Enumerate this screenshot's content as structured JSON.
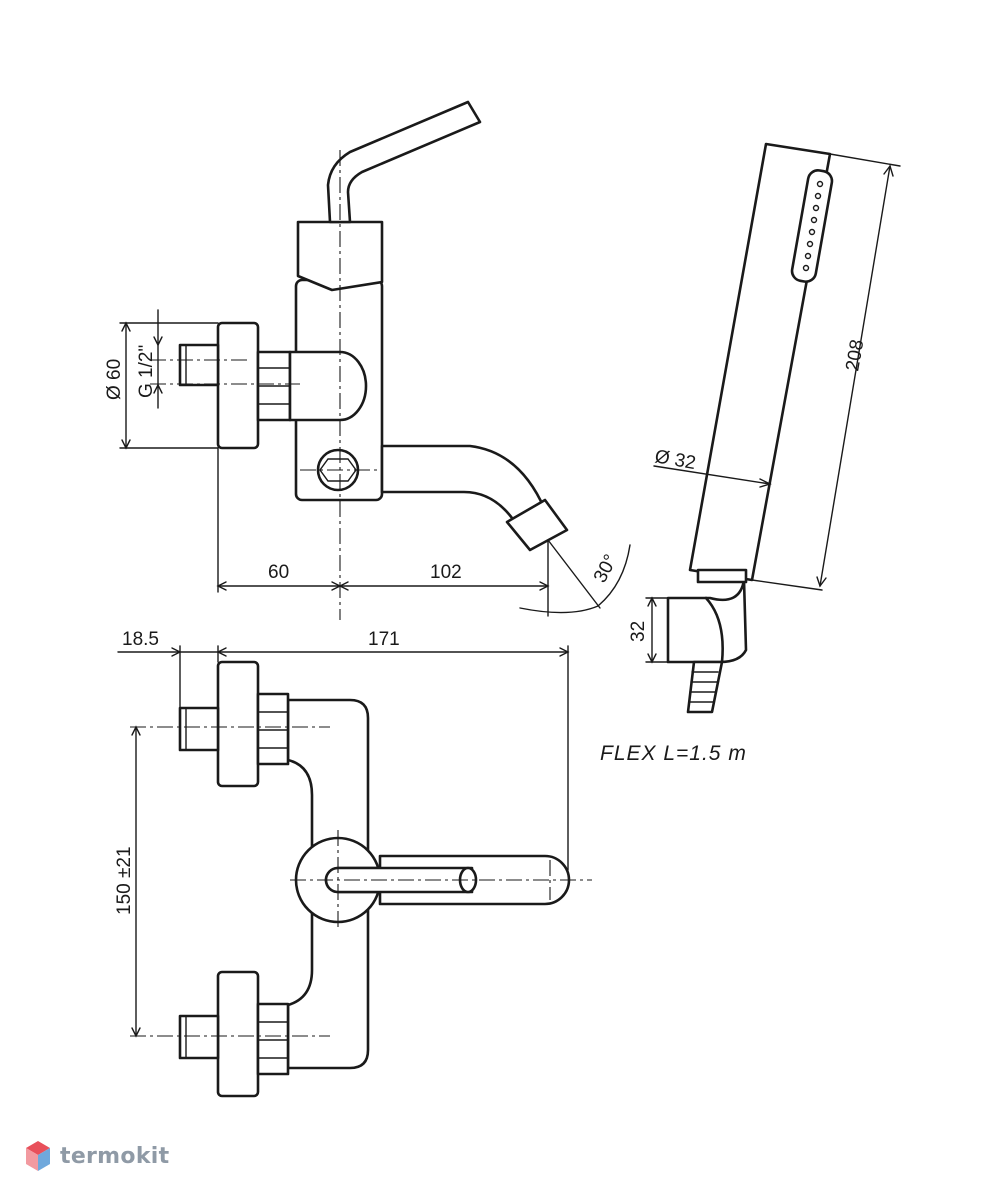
{
  "dimensions": {
    "dia_60": "Ø 60",
    "thread": "G 1/2\"",
    "depth_60": "60",
    "depth_102": "102",
    "angle": "30°",
    "dia_32": "Ø 32",
    "length_208": "208",
    "height_32": "32",
    "offset_18_5": "18.5",
    "width_171": "171",
    "spacing": "150 ±21"
  },
  "notes": {
    "hose": "FLEX  L=1.5  m"
  },
  "watermark": {
    "brand": "termokit"
  },
  "colors": {
    "line": "#1a1a1a",
    "logo_gray": "#8f9aa6",
    "logo_red": "#e8505b",
    "logo_blue": "#6fa8dc"
  }
}
